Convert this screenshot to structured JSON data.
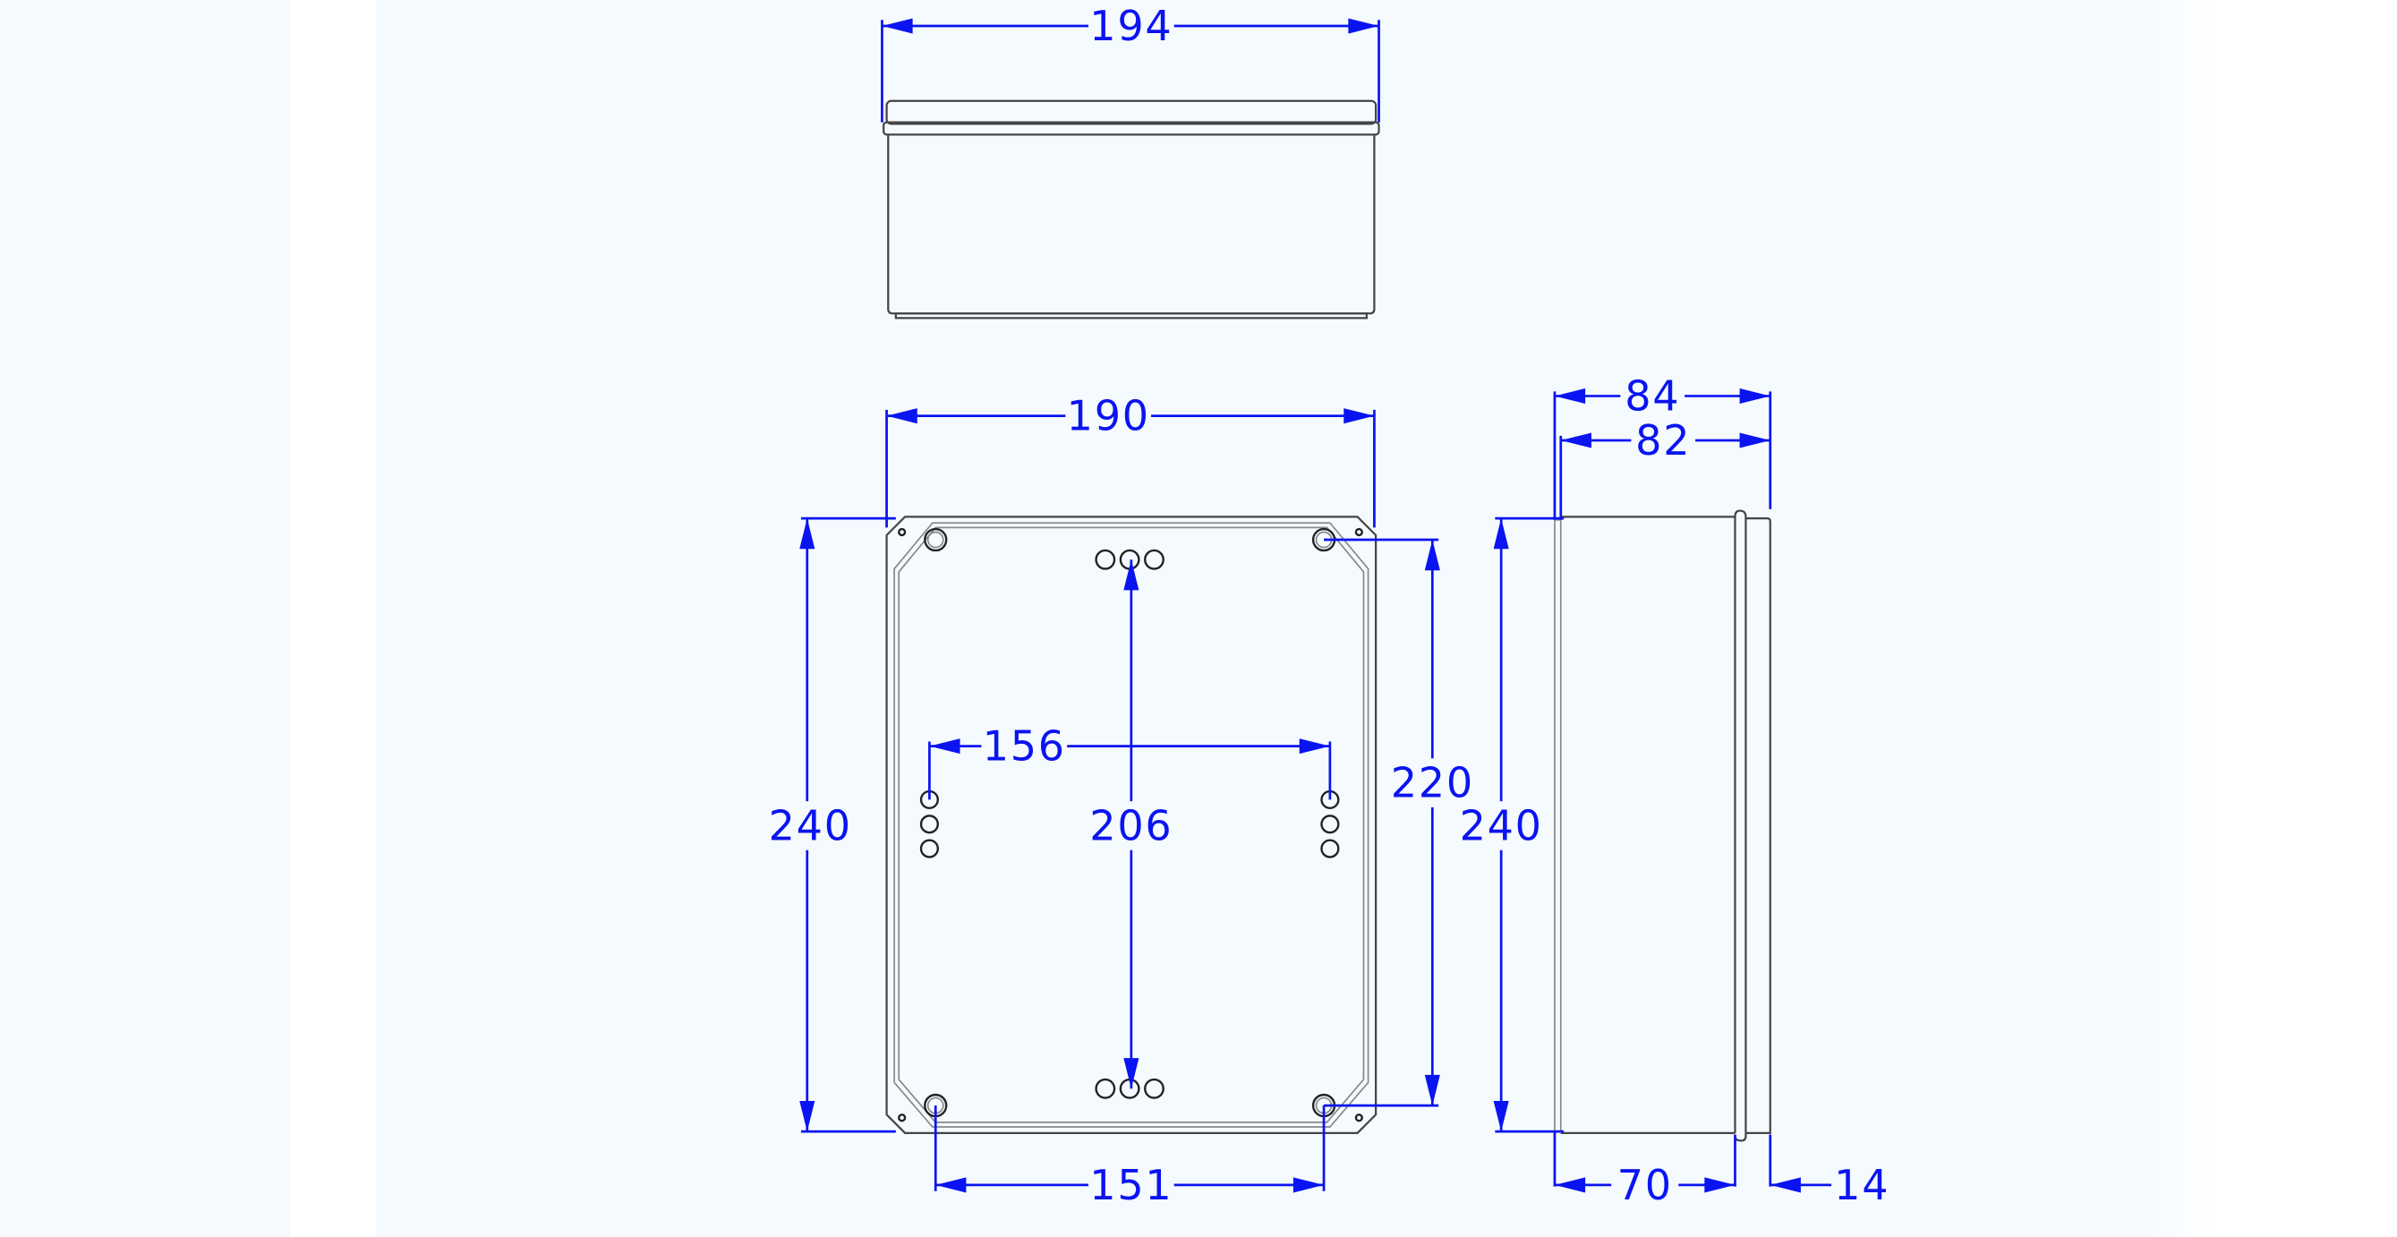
{
  "drawing": {
    "line_color": "#0a14f0",
    "background": "#f5faff",
    "top_view": {
      "width_label": "194"
    },
    "front_view": {
      "width_label": "190",
      "height_label": "240",
      "mount_height_label": "220",
      "center_hole_label": "206",
      "side_hole_label": "156",
      "mount_width_label": "151"
    },
    "side_view": {
      "overall_depth_label": "84",
      "depth_label": "82",
      "height_label": "240",
      "body_depth_label": "70",
      "lid_depth_label": "14"
    }
  }
}
